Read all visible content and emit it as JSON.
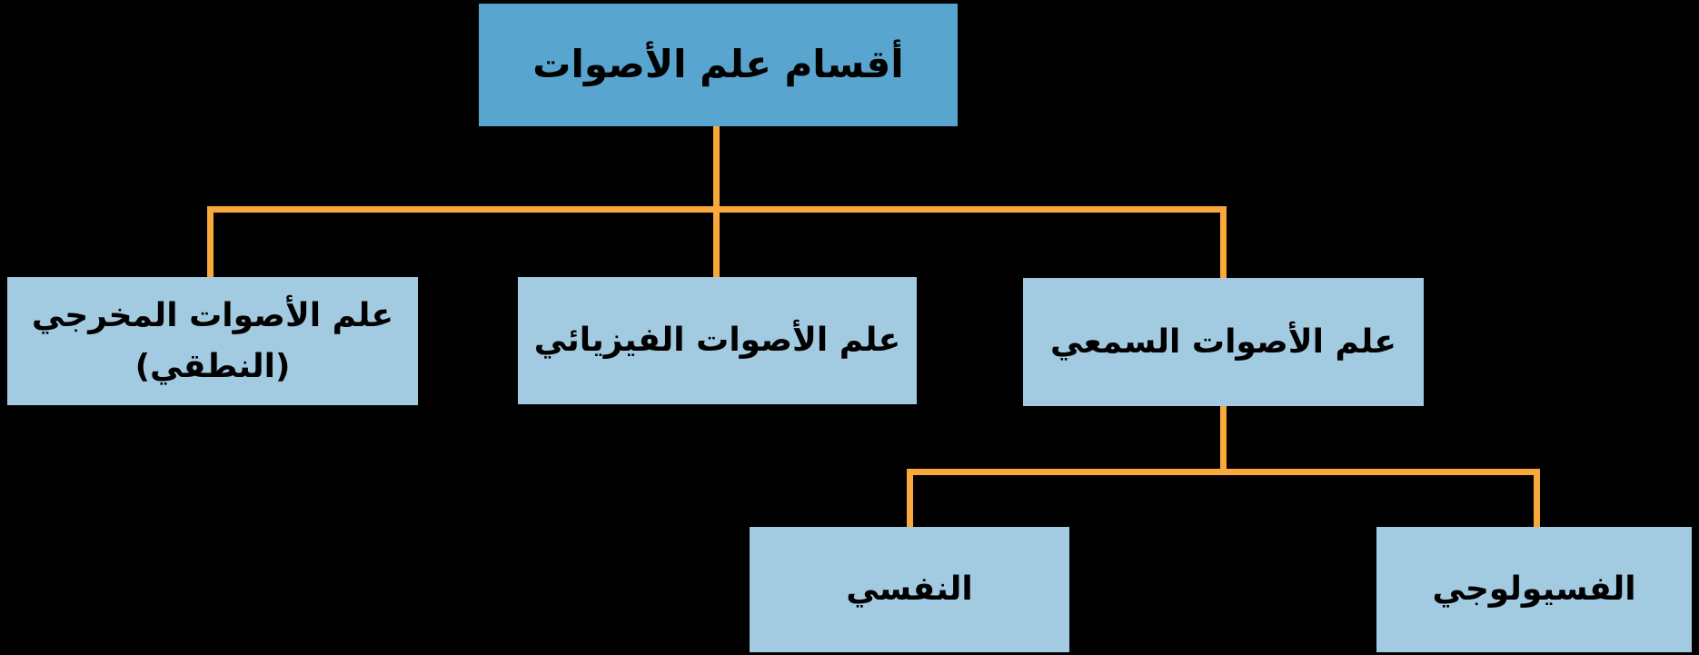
{
  "diagram": {
    "title_note": "Arabic tree diagram of the divisions of phonetics",
    "nodes": {
      "root": {
        "label": "أقسام علم الأصوات"
      },
      "articulatory": {
        "label": "علم الأصوات المخرجي",
        "label_line2": "(النطقي)"
      },
      "acoustic": {
        "label": "علم الأصوات الفيزيائي"
      },
      "auditory": {
        "label": "علم الأصوات السمعي"
      },
      "psychological": {
        "label": "النفسي"
      },
      "physiological": {
        "label": "الفسيولوجي"
      }
    }
  },
  "colors": {
    "background": "#000000",
    "root_fill": "#58A6CF",
    "node_fill": "#A2CBE2",
    "connector": "#F9A93C",
    "text": "#000000"
  }
}
